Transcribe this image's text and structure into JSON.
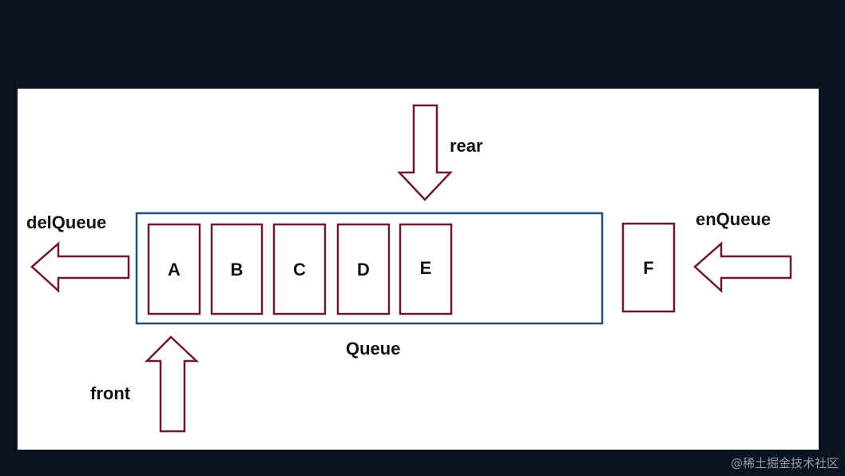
{
  "colors": {
    "background": "#0b1220",
    "panel": "#ffffff",
    "queue_border": "#2a4f75",
    "cell_border": "#6b1a2e",
    "arrow_border": "#6b1a2e",
    "text": "#111111"
  },
  "labels": {
    "rear": "rear",
    "front": "front",
    "del_queue": "delQueue",
    "en_queue": "enQueue",
    "queue": "Queue"
  },
  "queue": {
    "elements": [
      "A",
      "B",
      "C",
      "D",
      "E"
    ]
  },
  "incoming": {
    "element": "F"
  },
  "watermark": "@稀土掘金技术社区"
}
